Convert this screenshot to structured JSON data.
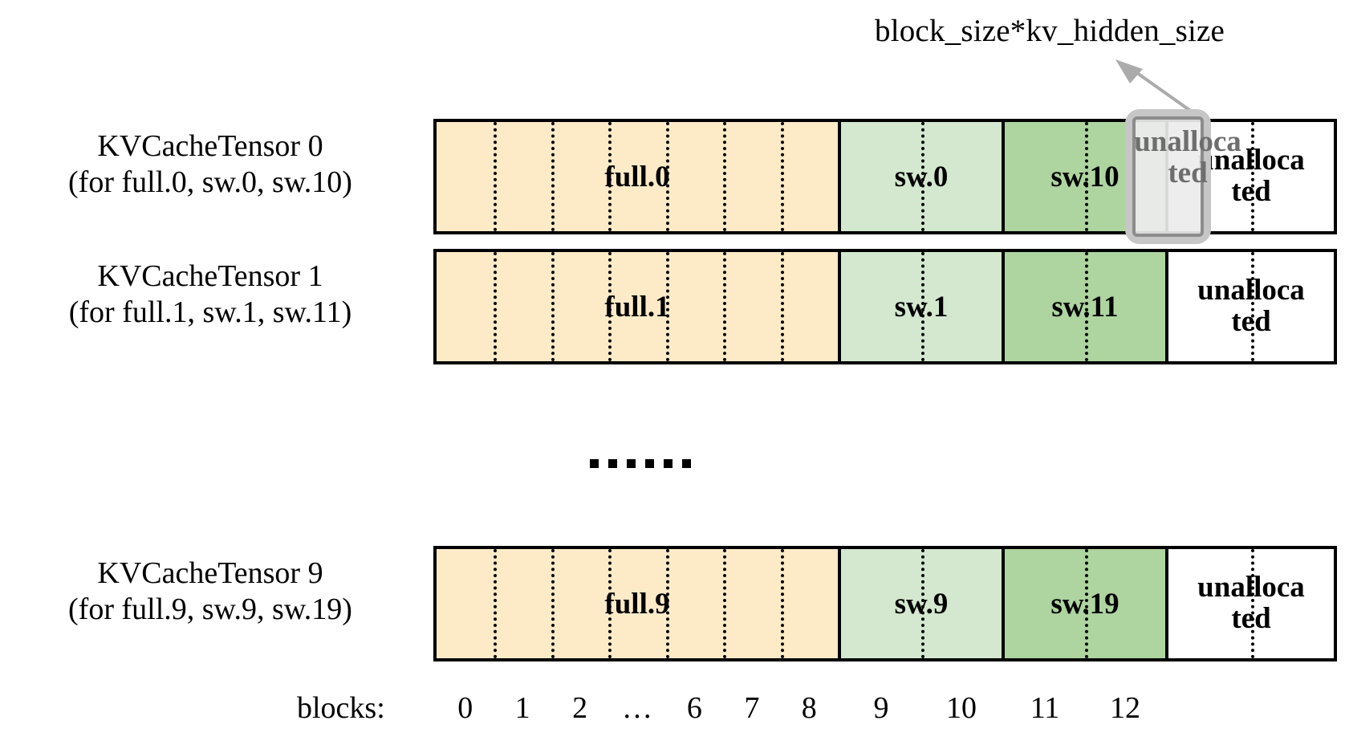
{
  "annotation": {
    "label": "block_size*kv_hidden_size",
    "arrow_icon": "arrow-up-right-icon",
    "target": "unallocated block 11 of KVCacheTensor 0"
  },
  "colors": {
    "full": "#FDEBC8",
    "sw_light": "#D4E8D0",
    "sw_dark": "#AED4A0",
    "unallocated": "#FFFFFF",
    "highlight_fill": "#ECECEC",
    "highlight_border": "#8C8C8C",
    "highlight_glow": "#C6C6C6",
    "highlight_text": "#6E6E6E",
    "outline": "#000000"
  },
  "rows": [
    {
      "id": "row-0",
      "caption_line1": "KVCacheTensor 0",
      "caption_line2": "(for full.0, sw.0, sw.10)",
      "segments": [
        {
          "name": "full",
          "label": "full.0",
          "color": "#FDEBC8",
          "blocks": 7
        },
        {
          "name": "sw-a",
          "label": "sw.0",
          "color": "#D4E8D0",
          "blocks": 2
        },
        {
          "name": "sw-b",
          "label": "sw.10",
          "color": "#AED4A0",
          "blocks": 2
        },
        {
          "name": "unallocated",
          "label": "unalloca\nted",
          "color": "#FFFFFF",
          "blocks": 2
        }
      ],
      "highlighted_block": 11
    },
    {
      "id": "row-1",
      "caption_line1": "KVCacheTensor 1",
      "caption_line2": "(for full.1, sw.1, sw.11)",
      "segments": [
        {
          "name": "full",
          "label": "full.1",
          "color": "#FDEBC8",
          "blocks": 7
        },
        {
          "name": "sw-a",
          "label": "sw.1",
          "color": "#D4E8D0",
          "blocks": 2
        },
        {
          "name": "sw-b",
          "label": "sw.11",
          "color": "#AED4A0",
          "blocks": 2
        },
        {
          "name": "unallocated",
          "label": "unalloca\nted",
          "color": "#FFFFFF",
          "blocks": 2
        }
      ],
      "highlighted_block": null
    },
    {
      "id": "row-9",
      "caption_line1": "KVCacheTensor 9",
      "caption_line2": "(for full.9, sw.9, sw.19)",
      "segments": [
        {
          "name": "full",
          "label": "full.9",
          "color": "#FDEBC8",
          "blocks": 7
        },
        {
          "name": "sw-a",
          "label": "sw.9",
          "color": "#D4E8D0",
          "blocks": 2
        },
        {
          "name": "sw-b",
          "label": "sw.19",
          "color": "#AED4A0",
          "blocks": 2
        },
        {
          "name": "unallocated",
          "label": "unalloca\nted",
          "color": "#FFFFFF",
          "blocks": 2
        }
      ],
      "highlighted_block": null
    }
  ],
  "row_ellipsis": {
    "dot_count": 6,
    "meaning": "rows 2 through 8 omitted"
  },
  "blocks_axis": {
    "title": "blocks:",
    "ticks": [
      "0",
      "1",
      "2",
      "…",
      "6",
      "7",
      "8",
      "9",
      "10",
      "11",
      "12"
    ]
  }
}
